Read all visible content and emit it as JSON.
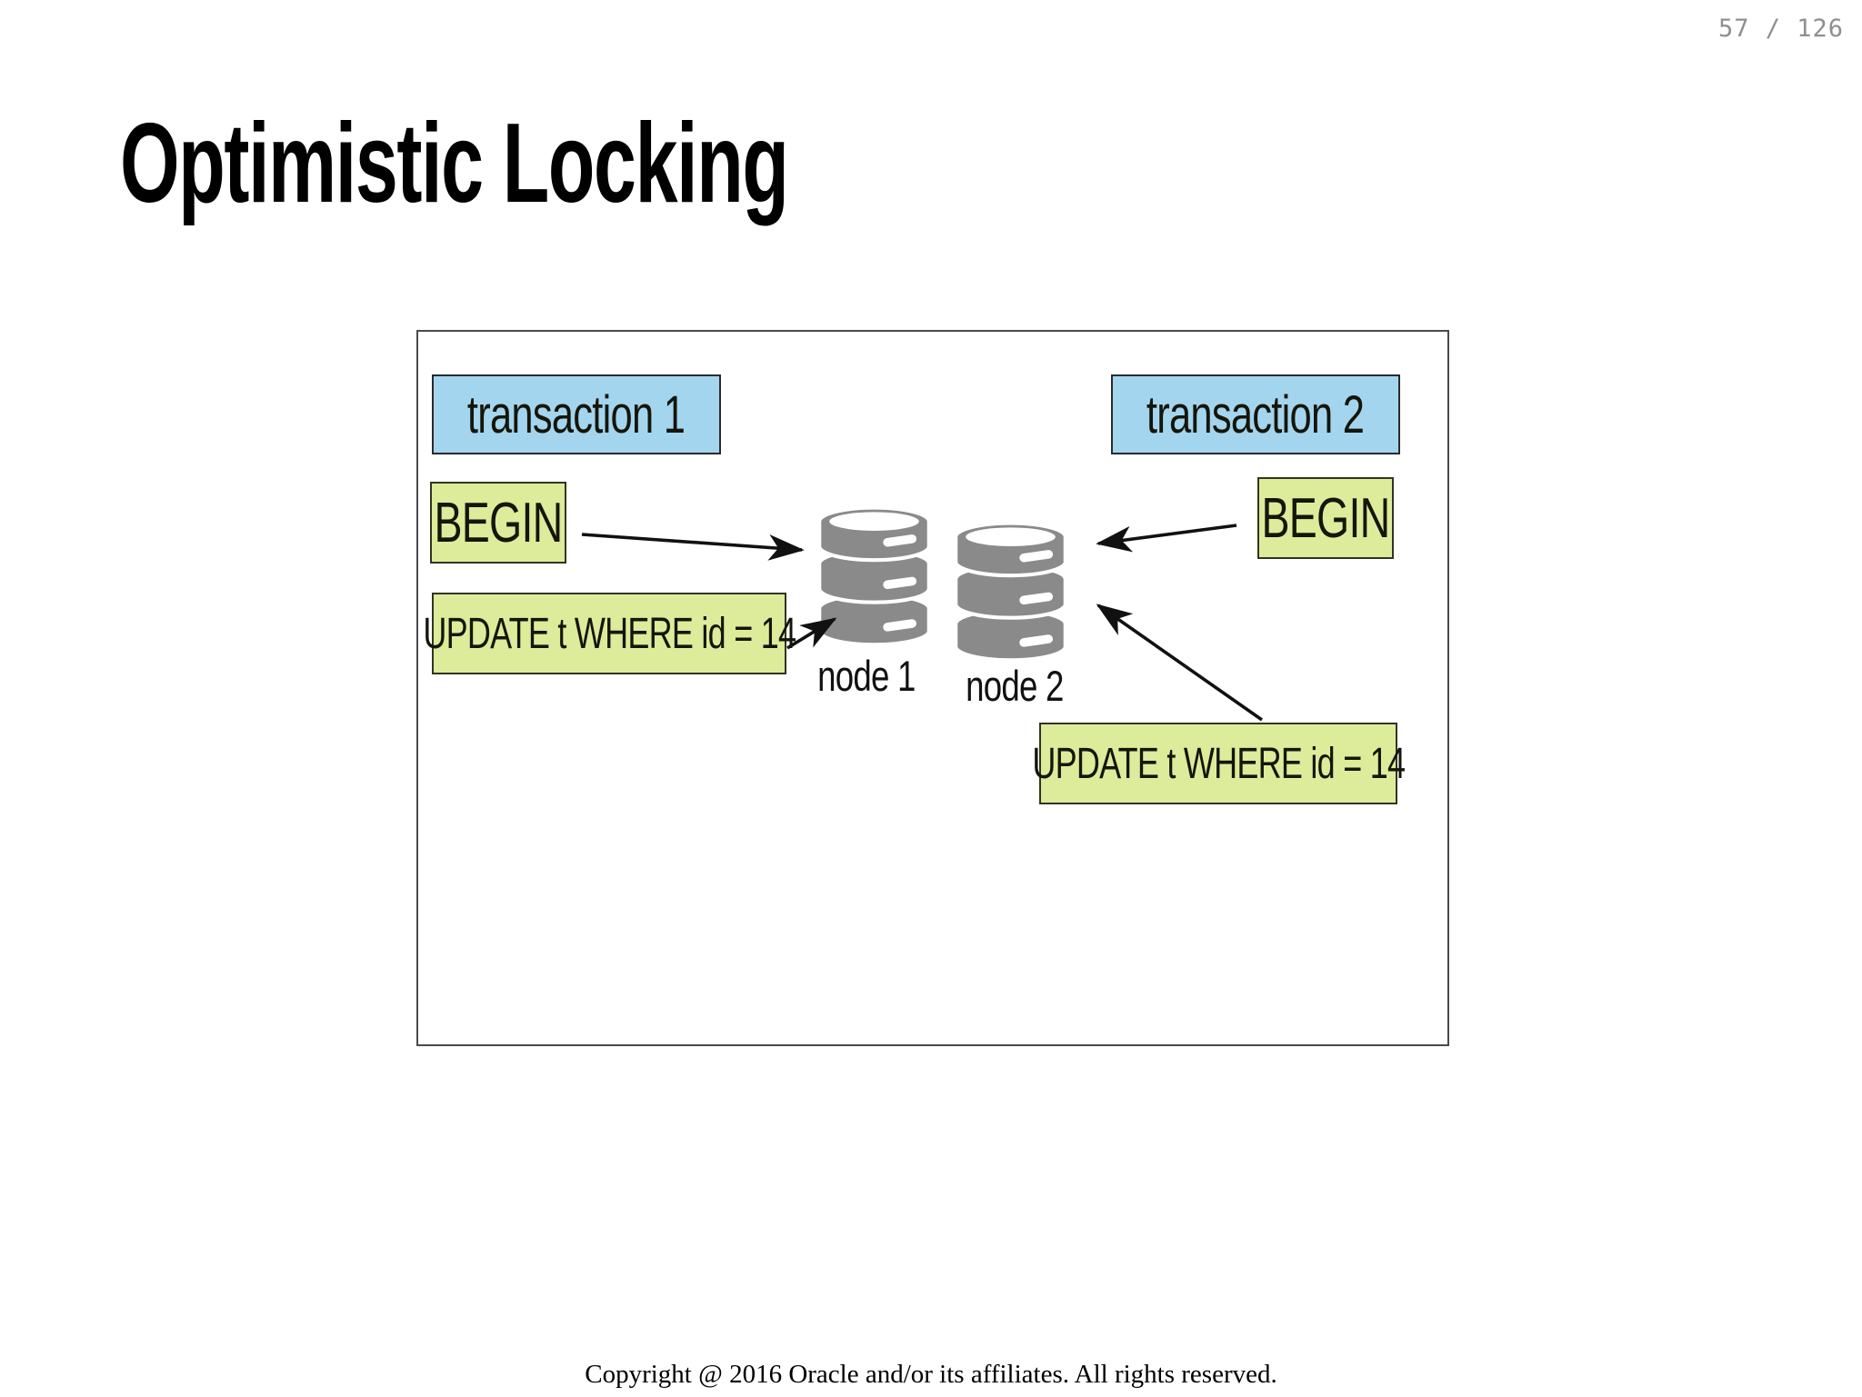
{
  "page": {
    "number": "57 / 126",
    "copyright": "Copyright @ 2016 Oracle and/or its affiliates. All rights reserved."
  },
  "title": "Optimistic Locking",
  "diagram": {
    "transaction1_label": "transaction 1",
    "transaction2_label": "transaction 2",
    "begin1_label": "BEGIN",
    "begin2_label": "BEGIN",
    "update1_label": "UPDATE t WHERE id = 14",
    "update2_label": "UPDATE t WHERE id = 14",
    "node1_label": "node 1",
    "node2_label": "node 2",
    "colors": {
      "transaction_fill": "#a4d5ee",
      "statement_fill": "#dcec9b",
      "database_gray": "#8a8a8a",
      "arrow": "#111111"
    }
  }
}
